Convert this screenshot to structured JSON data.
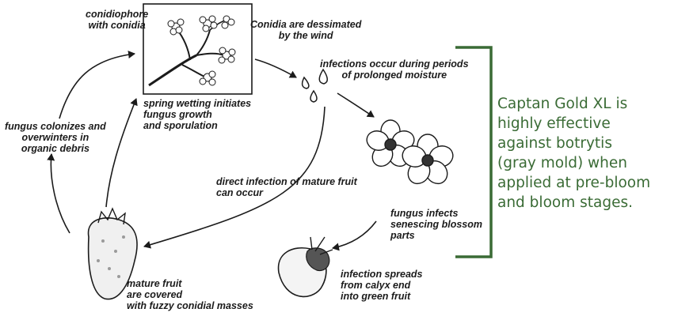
{
  "diagram": {
    "labels": {
      "conidiophore": "conidiophore\nwith conidia",
      "dissemination": "Conidia are dessimated\nby the wind",
      "infections_moisture": "infections occur during periods\nof prolonged moisture",
      "spring_wetting": "spring wetting initiates\nfungus growth\nand sporulation",
      "fungus_colonizes": "fungus colonizes and\noverwinters in\norganic debris",
      "direct_infection": "direct infection of mature fruit\ncan occur",
      "fungus_infects": "fungus infects\nsenescing blossom\nparts",
      "infection_spreads": "infection spreads\nfrom calyx end\ninto green fruit",
      "mature_fruit": "mature fruit\nare covered\nwith fuzzy conidial masses"
    }
  },
  "callout": {
    "text": "Captan Gold XL is\nhighly effective\nagainst botrytis\n(gray mold) when\napplied at pre-bloom\nand bloom stages.",
    "color": "#3a6b35"
  },
  "colors": {
    "ink": "#1b1b1b",
    "bracket": "#3a6b35"
  }
}
